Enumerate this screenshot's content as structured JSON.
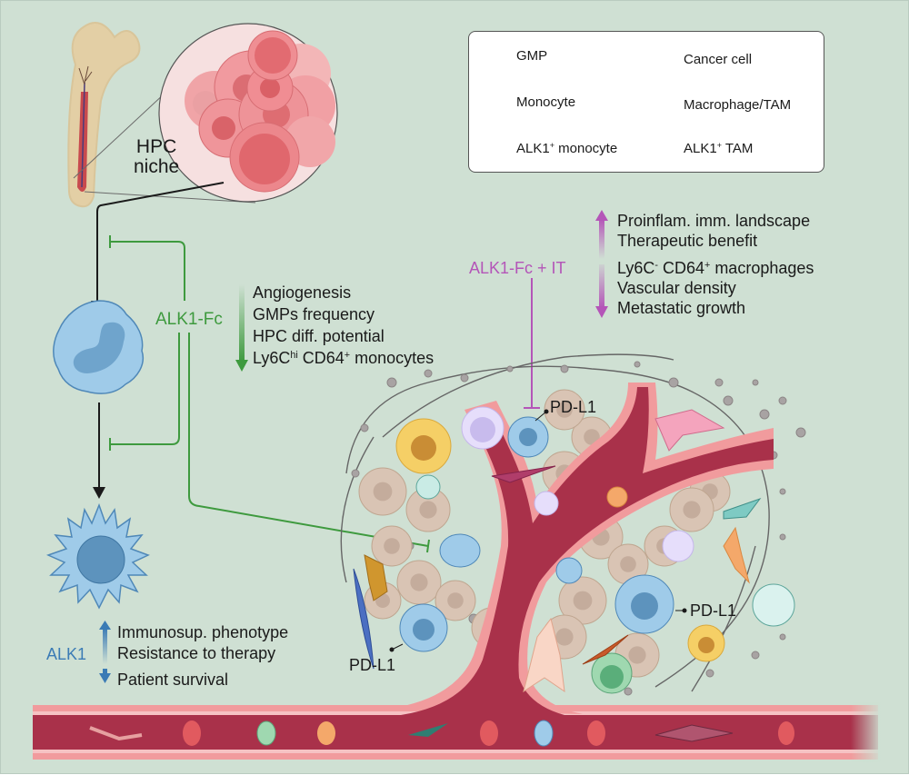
{
  "figure": {
    "background": "#cfe0d3",
    "niche_label_line1": "HPC",
    "niche_label_line2": "niche",
    "alk1fc_label": "ALK1-Fc",
    "alk1fc_color": "#3e9a3e",
    "alk1fc_effects": {
      "direction": "down",
      "items": [
        "Angiogenesis",
        "GMPs frequency",
        "HPC diff. potential"
      ],
      "ly6c_line": {
        "base": "Ly6C",
        "sup": "hi",
        "rest": " CD64",
        "sup2": "+",
        "tail": " monocytes"
      }
    },
    "combo_label": "ALK1-Fc + IT",
    "combo_color": "#b455b8",
    "combo_up_items": [
      "Proinflam. imm. landscape",
      "Therapeutic benefit"
    ],
    "combo_down": {
      "ly6c_line": {
        "base": "Ly6C",
        "sup": "-",
        "rest": " CD64",
        "sup2": "+",
        "tail": " macrophages"
      },
      "items": [
        "Vascular density",
        "Metastatic growth"
      ]
    },
    "alk1_label": "ALK1",
    "alk1_color": "#3b7bb5",
    "alk1_up_items": [
      "Immunosup. phenotype",
      "Resistance to therapy"
    ],
    "alk1_down_items": [
      "Patient survival"
    ],
    "pdl1_labels": [
      "PD-L1",
      "PD-L1",
      "PD-L1"
    ]
  },
  "legend": {
    "items": [
      {
        "name": "GMP",
        "icon": "gmp-cell-icon",
        "color": "#e0666b"
      },
      {
        "name": "Cancer cell",
        "icon": "cancer-cell-icon",
        "color": "#d9c4b4"
      },
      {
        "name": "Monocyte",
        "icon": "monocyte-icon",
        "color": "#f4a86a"
      },
      {
        "name": "Macrophage/TAM",
        "icon": "macrophage-icon",
        "color": "#f5cf66"
      },
      {
        "name": "ALK1",
        "sup": "+",
        "rest": " monocyte",
        "icon": "alk1-monocyte-icon",
        "color": "#9fcbe9"
      },
      {
        "name": "ALK1",
        "sup": "+",
        "rest": " TAM",
        "icon": "alk1-tam-icon",
        "color": "#9fcbe9"
      }
    ]
  }
}
